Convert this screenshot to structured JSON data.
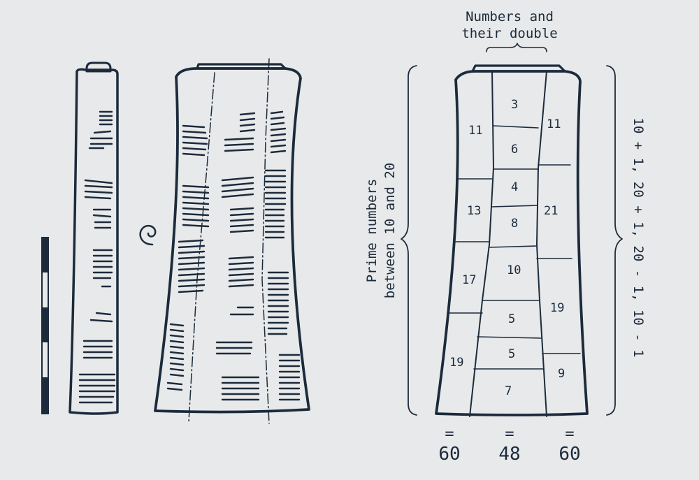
{
  "labels": {
    "top_line1": "Numbers and",
    "top_line2": "their double",
    "left_line1": "Prime numbers",
    "left_line2": "between 10 and 20",
    "right": "10 + 1, 20 + 1, 20 - 1, 10 - 1"
  },
  "columns": {
    "left": [
      "11",
      "13",
      "17",
      "19"
    ],
    "middle": [
      "3",
      "6",
      "4",
      "8",
      "10",
      "5",
      "5",
      "7"
    ],
    "right": [
      "11",
      "21",
      "19",
      "9"
    ]
  },
  "sums": {
    "equals": "=",
    "left": "60",
    "middle": "48",
    "right": "60"
  },
  "colors": {
    "ink": "#1c2b3c",
    "background": "#e8e9ea"
  }
}
